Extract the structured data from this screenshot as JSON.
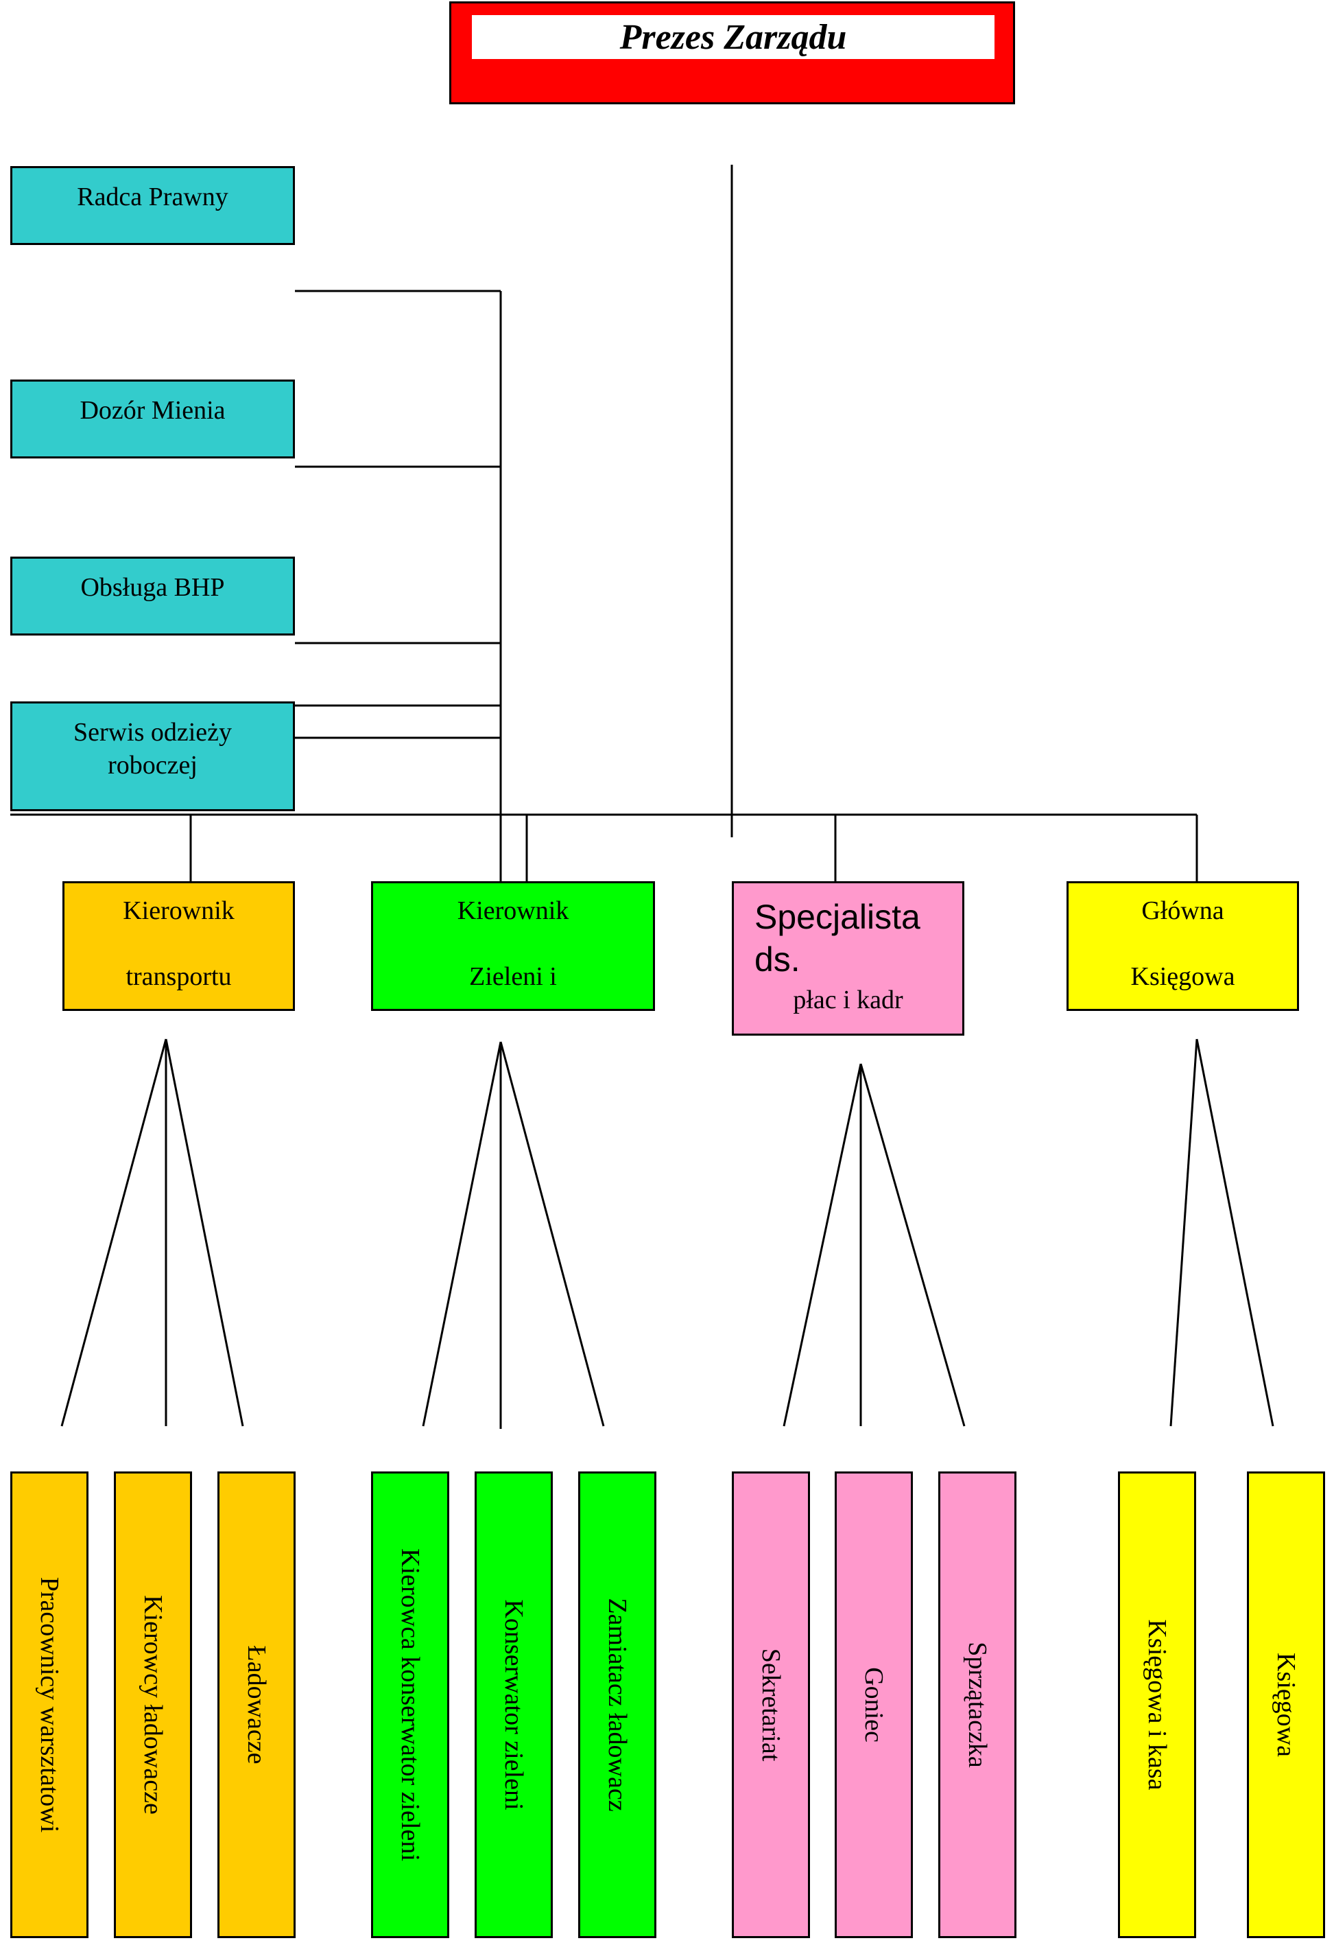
{
  "colors": {
    "top": "#ff0000",
    "side": "#33cccc",
    "orange": "#ffcc00",
    "green": "#00ff00",
    "pink": "#ff99cc",
    "yellow": "#ffff00"
  },
  "top": {
    "title": "Prezes Zarządu"
  },
  "side_units": [
    {
      "label": "Radca Prawny"
    },
    {
      "label": "Dozór Mienia"
    },
    {
      "label": "Obsługa BHP"
    },
    {
      "label": "Serwis odzieży roboczej"
    }
  ],
  "managers": {
    "transport": {
      "line1": "Kierownik",
      "line2": "transportu"
    },
    "green": {
      "line1": "Kierownik",
      "line2": "Zieleni i"
    },
    "payroll": {
      "line1": "Specjalista",
      "line2": "ds.",
      "line3": "płac i kadr"
    },
    "accounting": {
      "line1": "Główna",
      "line2": "Księgowa"
    }
  },
  "workers": [
    {
      "label": "Pracownicy warsztatowi",
      "group": "orange"
    },
    {
      "label": "Kierowcy ładowacze",
      "group": "orange"
    },
    {
      "label": "Ładowacze",
      "group": "orange"
    },
    {
      "label": "Kierowca konserwator zieleni",
      "group": "green"
    },
    {
      "label": "Konserwator zieleni",
      "group": "green"
    },
    {
      "label": "Zamiatacz ładowacz",
      "group": "green"
    },
    {
      "label": "Sekretariat",
      "group": "pink"
    },
    {
      "label": "Goniec",
      "group": "pink"
    },
    {
      "label": "Sprzątaczka",
      "group": "pink"
    },
    {
      "label": "Księgowa i kasa",
      "group": "yellow"
    },
    {
      "label": "Księgowa",
      "group": "yellow"
    }
  ]
}
